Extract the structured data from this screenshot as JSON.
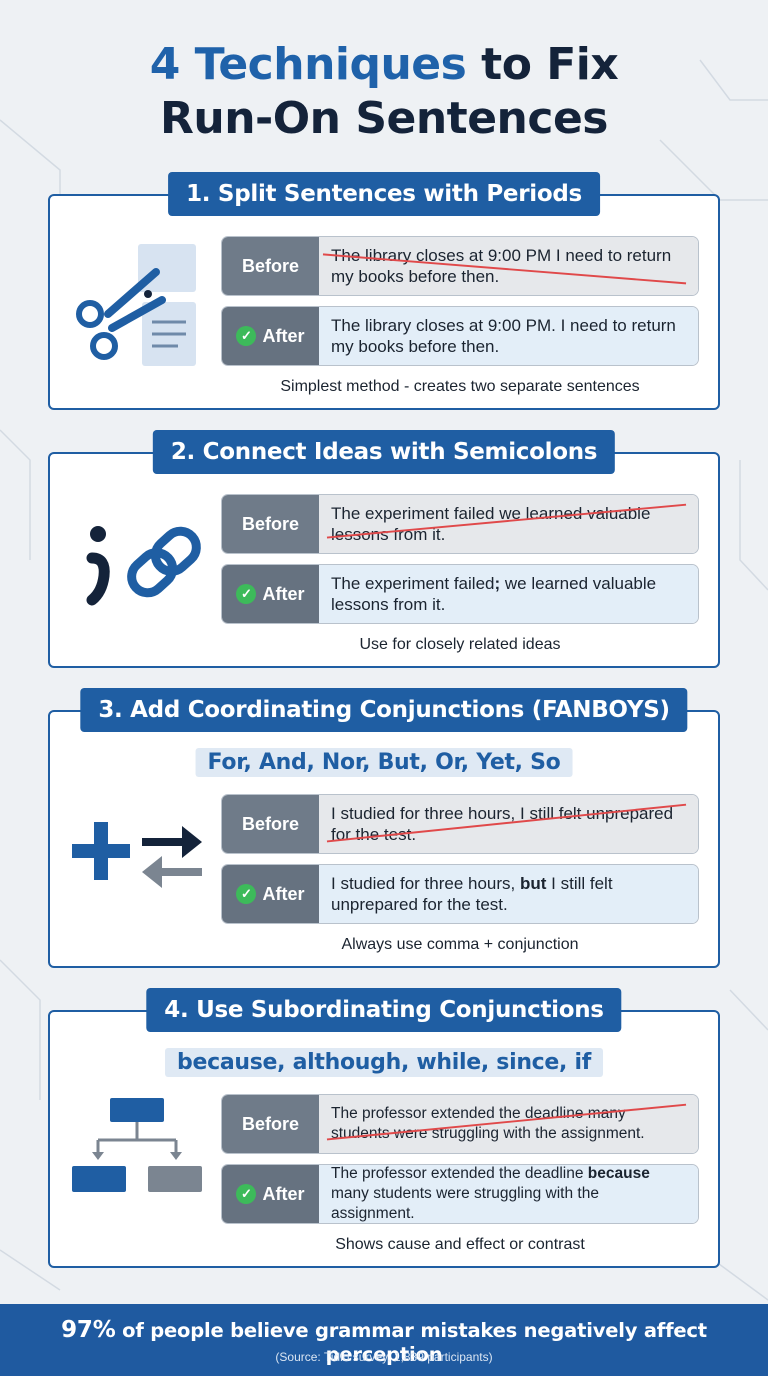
{
  "title": {
    "highlight": "4 Techniques",
    "rest": "to Fix",
    "line2": "Run-On Sentences"
  },
  "colors": {
    "brand": "#1f5ea3",
    "strike": "#e0494a",
    "check": "#3dba5a",
    "before_tag": "#6f7b89"
  },
  "labels": {
    "before": "Before",
    "after": "After"
  },
  "techniques": [
    {
      "heading": "1. Split Sentences with Periods",
      "icon": "scissors-document-icon",
      "before": "The library closes at 9:00 PM I need to return my books before then.",
      "after": "The library closes at 9:00 PM. I need to return my books before then.",
      "note": "Simplest method - creates two separate sentences"
    },
    {
      "heading": "2. Connect Ideas with Semicolons",
      "icon": "semicolon-link-icon",
      "before": "The experiment failed we learned valuable lessons from it.",
      "after_parts": [
        "The experiment failed",
        ";",
        " we learned valuable lessons from it."
      ],
      "note": "Use for closely related ideas"
    },
    {
      "heading": "3. Add Coordinating Conjunctions (FANBOYS)",
      "icon": "plus-arrows-icon",
      "words": [
        "For",
        "And",
        "Nor",
        "But",
        "Or",
        "Yet",
        "So"
      ],
      "before": "I studied for three hours, I still felt unprepared for the test.",
      "after_parts": [
        "I studied for three hours, ",
        "but",
        " I still felt unprepared for the test."
      ],
      "note": "Always use comma + conjunction"
    },
    {
      "heading": "4. Use Subordinating Conjunctions",
      "icon": "hierarchy-diagram-icon",
      "words": [
        "because",
        "although",
        "while",
        "since",
        "if"
      ],
      "before": "The professor extended the deadline many students were struggling with the assignment.",
      "after_parts": [
        "The professor extended the deadline ",
        "because",
        " many students were struggling with the assignment."
      ],
      "note": "Shows cause and effect or contrast"
    }
  ],
  "footer": {
    "stat_number": "97%",
    "stat_text": "of people believe grammar mistakes negatively affect perception",
    "source": "(Source: Tidio survey, 1,839 participants)"
  }
}
